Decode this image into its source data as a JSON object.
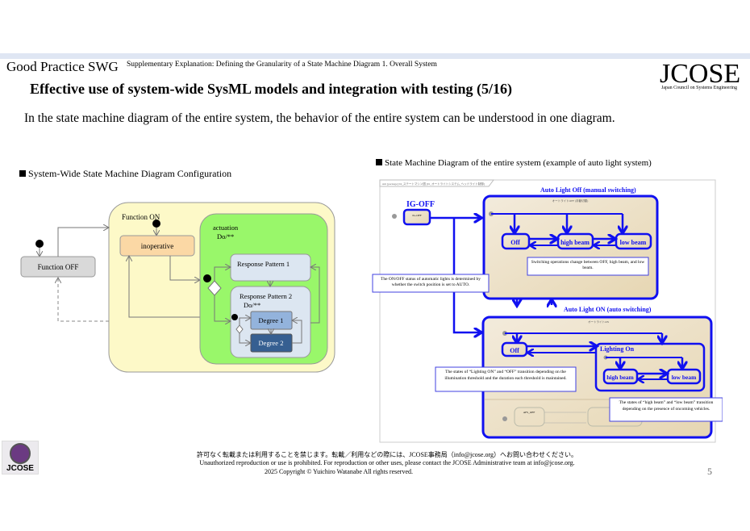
{
  "header": {
    "brand": "Good Practice SWG",
    "subtitle": "Supplementary Explanation: Defining the Granularity of a State Machine Diagram 1. Overall System",
    "logo_main": "JCOSE",
    "logo_sub": "Japan Council on Systems Engineering"
  },
  "title": "Effective use of system-wide SysML models and integration with testing (5/16)",
  "lead": "In the state machine diagram of the entire system, the behavior of the entire system can be understood in one diagram.",
  "left_section": {
    "heading": "System-Wide State Machine Diagram Configuration",
    "states": {
      "function_off": "Function OFF",
      "function_on": "Function ON",
      "inoperative": "inoperative",
      "actuation": "actuation",
      "actuation_do": "Do/**",
      "response_pattern_1": "Response Pattern 1",
      "response_pattern_2": "Response Pattern 2",
      "response_pattern_2_do": "Do/**",
      "degree_1": "Degree 1",
      "degree_2": "Degree 2"
    }
  },
  "right_section": {
    "heading": "State Machine Diagram of the entire system (example of auto light system)",
    "frame_tab": "stm [package] 04_ステートマシン図 [01_オートライトシステム_ヘッドライト制御]",
    "ig_off_label": "IG-OFF",
    "ig_off_state": "IG-OFF",
    "auto_off_title": "Auto Light Off (manual switching)",
    "auto_off_inner": "オートライトOFF (手動切替)",
    "auto_on_title": "Auto Light ON (auto switching)",
    "auto_on_inner": "オートライトON",
    "off_label": "Off",
    "high_beam_label": "high beam",
    "low_beam_label": "low beam",
    "lighting_on_label": "Lighting On",
    "afs_off": "AFS_OFF",
    "callout_switching": "Switching operations change between OFF, high beam, and low beam.",
    "callout_auto": "The ON/OFF status of automatic lights is determined by whether the switch position is set to AUTO.",
    "callout_lighting": "The states of “Lighting ON” and “OFF” transition depending on the illumination threshold and the duration each threshold is maintained.",
    "callout_beam": "The states of “high beam” and “low beam” transition depending on the presence of oncoming vehicles."
  },
  "footer": {
    "line_jp": "許可なく転載または利用することを禁じます。転載／利用などの際には、JCOSE事務局（info@jcose.org）へお問い合わせください。",
    "line_en": "Unauthorized reproduction or use is prohibited.  For reproduction or other uses, please contact the JCOSE Administrative team at info@jcose.org.",
    "copyright": "2025 Copyright © Yuichiro Watanabe All rights reserved.",
    "page_number": "5",
    "corner_logo_text": "JCOSE"
  },
  "colors": {
    "accent_blue": "#1010f0",
    "function_on_bg": "#fdf9c8",
    "actuation_bg": "#99f76a",
    "inoperative_bg": "#fbd8a5",
    "degree1_bg": "#93b3dc",
    "degree2_bg": "#365f91"
  }
}
